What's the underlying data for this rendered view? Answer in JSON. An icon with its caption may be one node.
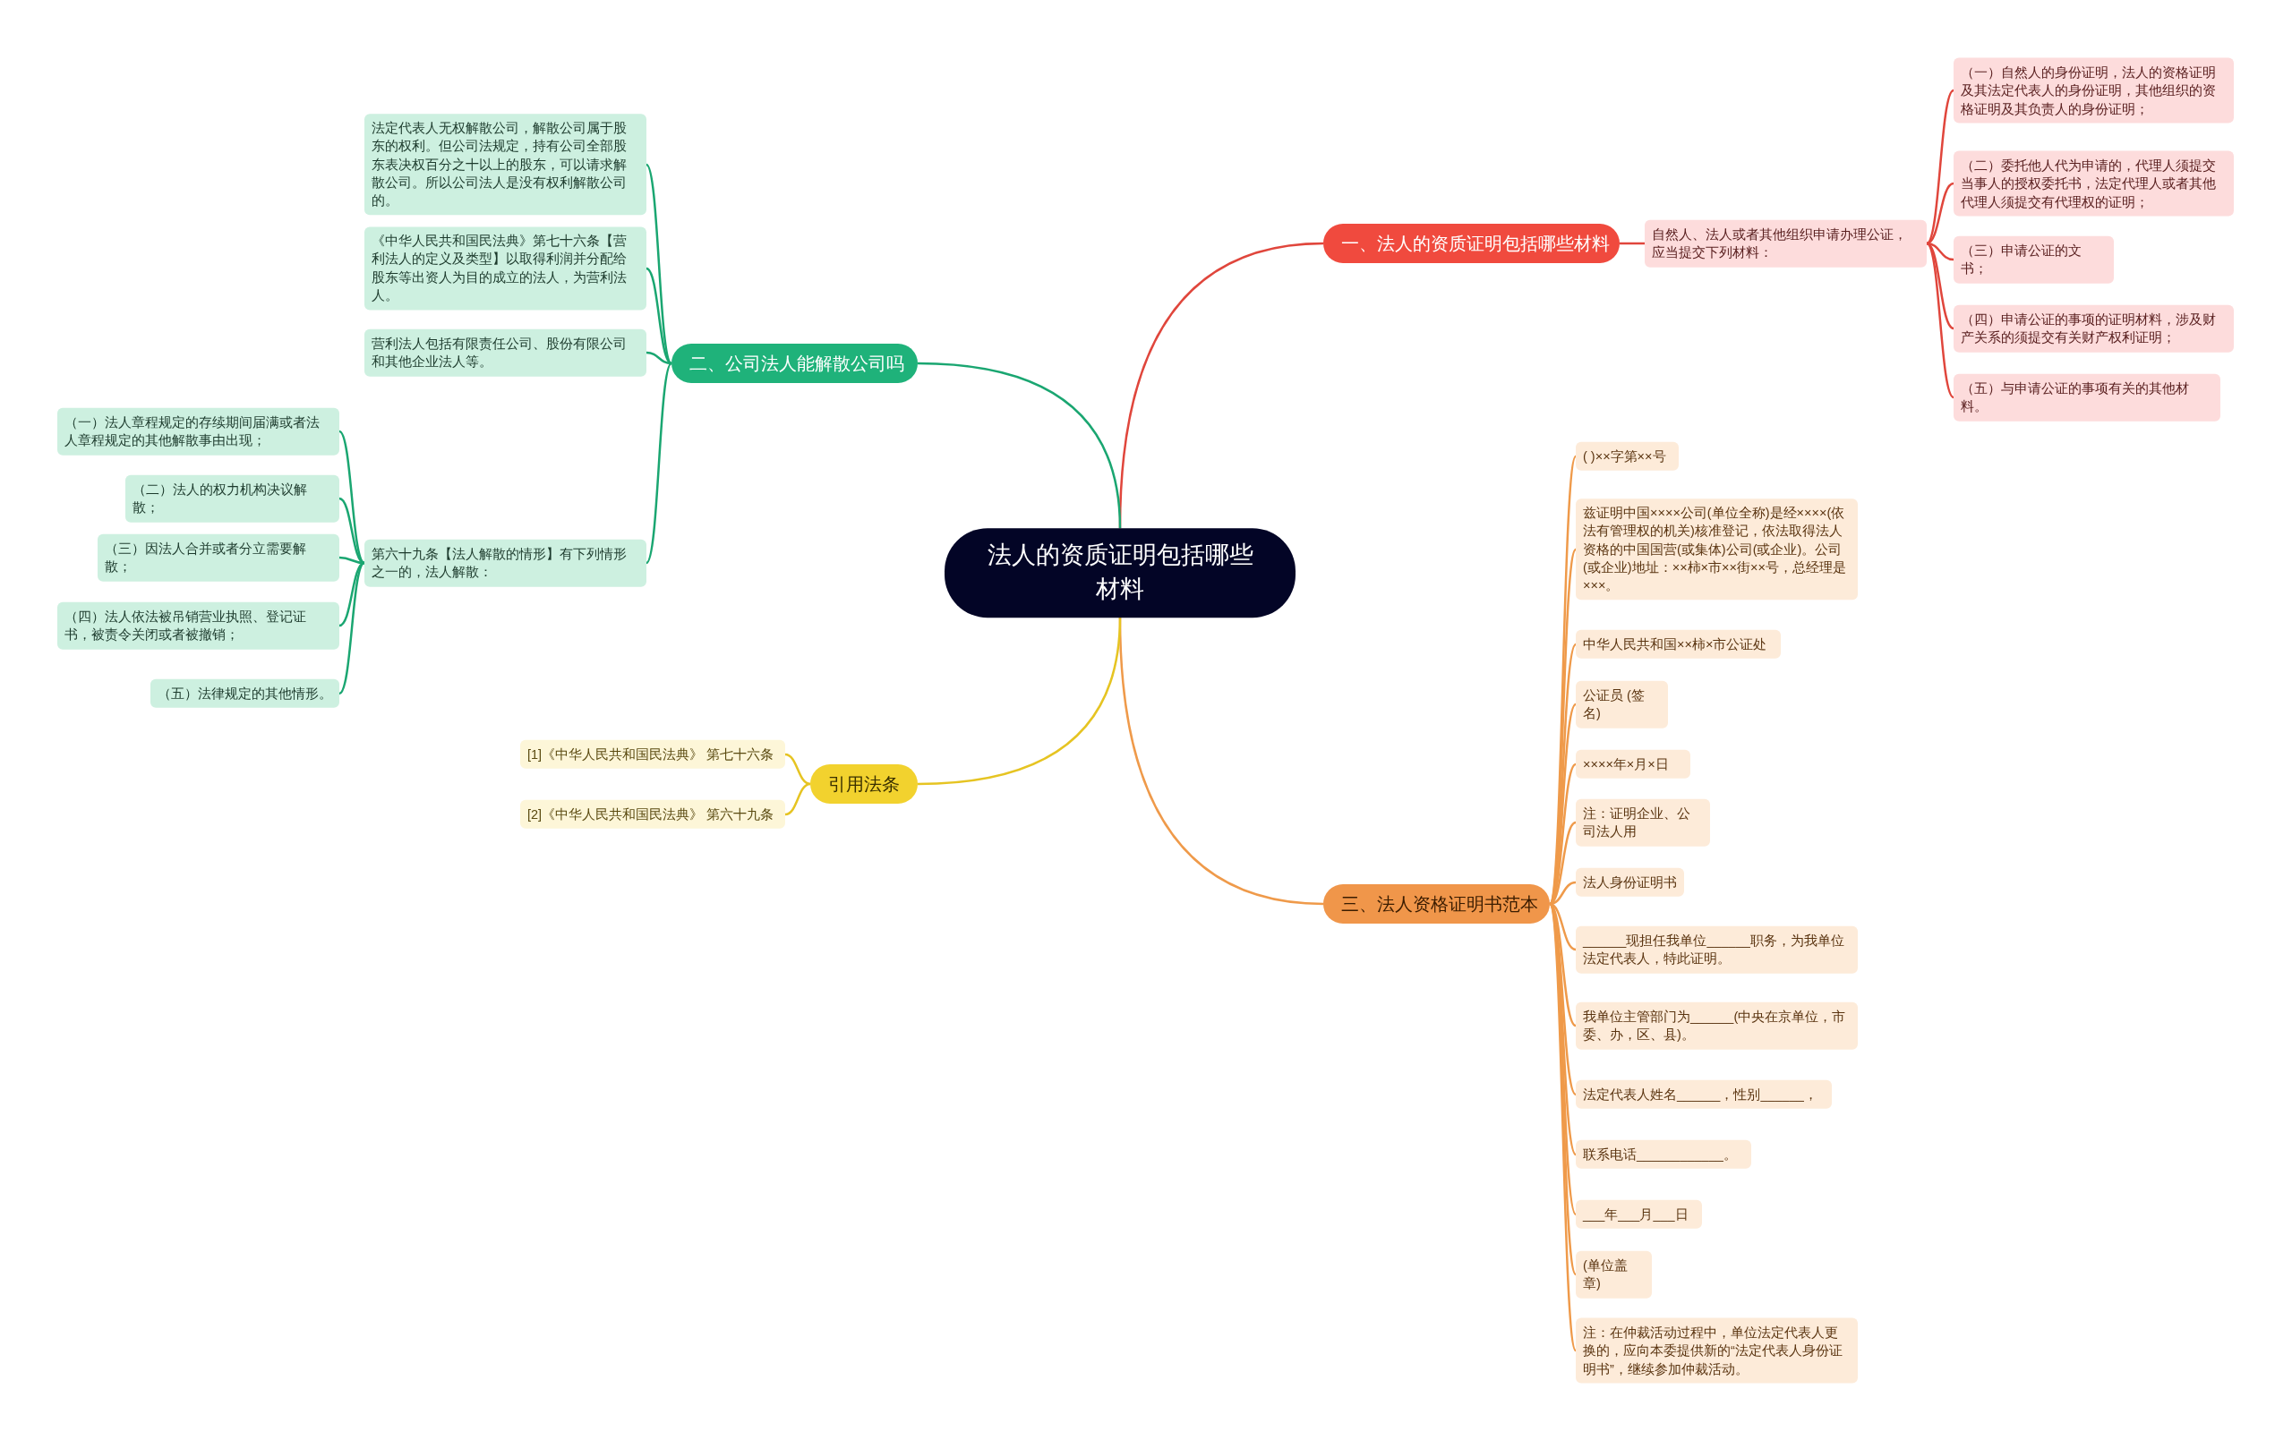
{
  "diagram": {
    "nodes": [
      {
        "text": [
          "法人的资质证明包括哪些材料"
        ]
      },
      {
        "text": [
          "一、法人的资质证明包括哪些材料"
        ]
      },
      {
        "text": [
          "自然人、法人或者其他组织申请办理公证，应当提交下列材料："
        ]
      },
      {
        "text": [
          "（一）自然人的身份证明，法人的资格证明及其法定代表人的身份证明，其他组织的资格证明及其负责人的身份证明；"
        ]
      },
      {
        "text": [
          "（二）委托他人代为申请的，代理人须提交当事人的授权委托书，法定代理人或者其他代理人须提交有代理权的证明；"
        ]
      },
      {
        "text": [
          "（三）申请公证的文书；"
        ]
      },
      {
        "text": [
          "（四）申请公证的事项的证明材料，涉及财产关系的须提交有关财产权利证明；"
        ]
      },
      {
        "text": [
          "（五）与申请公证的事项有关的其他材料。"
        ]
      },
      {
        "text": [
          "二、公司法人能解散公司吗"
        ]
      },
      {
        "text": [
          "法定代表人无权解散公司，解散公司属于股东的权利。但公司法规定，持有公司全部股东表决权百分之十以上的股东，可以请求解散公司。所以公司法人是没有权利解散公司的。"
        ]
      },
      {
        "text": [
          "《中华人民共和国民法典》第七十六条【营利法人的定义及类型】以取得利润并分配给股东等出资人为目的成立的法人，为营利法人。"
        ]
      },
      {
        "text": [
          "营利法人包括有限责任公司、股份有限公司和其他企业法人等。"
        ]
      },
      {
        "text": [
          "第六十九条【法人解散的情形】有下列情形之一的，法人解散："
        ]
      },
      {
        "text": [
          "（一）法人章程规定的存续期间届满或者法人章程规定的其他解散事由出现；"
        ]
      },
      {
        "text": [
          "（二）法人的权力机构决议解散；"
        ]
      },
      {
        "text": [
          "（三）因法人合并或者分立需要解散；"
        ]
      },
      {
        "text": [
          "（四）法人依法被吊销营业执照、登记证书，被责令关闭或者被撤销；"
        ]
      },
      {
        "text": [
          "（五）法律规定的其他情形。"
        ]
      },
      {
        "text": [
          "三、法人资格证明书范本"
        ]
      },
      {
        "text": [
          "( )××字第××号"
        ]
      },
      {
        "text": [
          "兹证明中国××××公司(单位全称)是经××××(依法有管理权的机关)核准登记，依法取得法人资格的中国国营(或集体)公司(或企业)。公司(或企业)地址：××柿×市××街××号，总经理是×××。"
        ]
      },
      {
        "text": [
          "中华人民共和国××柿×市公证处"
        ]
      },
      {
        "text": [
          "公证员 (签名)"
        ]
      },
      {
        "text": [
          "××××年×月×日"
        ]
      },
      {
        "text": [
          "注：证明企业、公司法人用"
        ]
      },
      {
        "text": [
          "法人身份证明书"
        ]
      },
      {
        "text": [
          "______现担任我单位______职务，为我单位法定代表人，特此证明。"
        ]
      },
      {
        "text": [
          "我单位主管部门为______(中央在京单位，市委、办，区、县)。"
        ]
      },
      {
        "text": [
          "法定代表人姓名______，性别______，"
        ]
      },
      {
        "text": [
          "联系电话____________。"
        ]
      },
      {
        "text": [
          "___年___月___日"
        ]
      },
      {
        "text": [
          "(单位盖章)"
        ]
      },
      {
        "text": [
          "注：在仲裁活动过程中，单位法定代表人更换的，应向本委提供新的“法定代表人身份证明书”，继续参加仲裁活动。"
        ]
      },
      {
        "text": [
          "引用法条"
        ]
      },
      {
        "text": [
          "[1]《中华人民共和国民法典》 第七十六条"
        ]
      },
      {
        "text": [
          "[2]《中华人民共和国民法典》 第六十九条"
        ]
      }
    ],
    "edges": [
      {
        "from": 0,
        "to": 1,
        "arrow": "none",
        "color": "#e0463c"
      },
      {
        "from": 1,
        "to": 2,
        "arrow": "none",
        "color": "#e0463c"
      },
      {
        "from": 2,
        "to": 3,
        "arrow": "none",
        "color": "#e0463c"
      },
      {
        "from": 2,
        "to": 4,
        "arrow": "none",
        "color": "#e0463c"
      },
      {
        "from": 2,
        "to": 5,
        "arrow": "none",
        "color": "#e0463c"
      },
      {
        "from": 2,
        "to": 6,
        "arrow": "none",
        "color": "#e0463c"
      },
      {
        "from": 2,
        "to": 7,
        "arrow": "none",
        "color": "#e0463c"
      },
      {
        "from": 0,
        "to": 8,
        "arrow": "none",
        "color": "#1aa671"
      },
      {
        "from": 8,
        "to": 9,
        "arrow": "none",
        "color": "#1aa671"
      },
      {
        "from": 8,
        "to": 10,
        "arrow": "none",
        "color": "#1aa671"
      },
      {
        "from": 8,
        "to": 11,
        "arrow": "none",
        "color": "#1aa671"
      },
      {
        "from": 8,
        "to": 12,
        "arrow": "none",
        "color": "#1aa671"
      },
      {
        "from": 12,
        "to": 13,
        "arrow": "none",
        "color": "#1aa671"
      },
      {
        "from": 12,
        "to": 14,
        "arrow": "none",
        "color": "#1aa671"
      },
      {
        "from": 12,
        "to": 15,
        "arrow": "none",
        "color": "#1aa671"
      },
      {
        "from": 12,
        "to": 16,
        "arrow": "none",
        "color": "#1aa671"
      },
      {
        "from": 12,
        "to": 17,
        "arrow": "none",
        "color": "#1aa671"
      },
      {
        "from": 0,
        "to": 18,
        "arrow": "none"
      },
      {
        "from": 18,
        "to": 19,
        "arrow": "none"
      },
      {
        "from": 18,
        "to": 20,
        "arrow": "none"
      },
      {
        "from": 18,
        "to": 21,
        "arrow": "none"
      },
      {
        "from": 18,
        "to": 22,
        "arrow": "none"
      },
      {
        "from": 18,
        "to": 23,
        "arrow": "none"
      },
      {
        "from": 18,
        "to": 24,
        "arrow": "none"
      },
      {
        "from": 18,
        "to": 25,
        "arrow": "none"
      },
      {
        "from": 18,
        "to": 26,
        "arrow": "none"
      },
      {
        "from": 18,
        "to": 27,
        "arrow": "none"
      },
      {
        "from": 18,
        "to": 28,
        "arrow": "none"
      },
      {
        "from": 18,
        "to": 29,
        "arrow": "none"
      },
      {
        "from": 18,
        "to": 30,
        "arrow": "none"
      },
      {
        "from": 18,
        "to": 31,
        "arrow": "none"
      },
      {
        "from": 18,
        "to": 32,
        "arrow": "none"
      },
      {
        "from": 0,
        "to": 33,
        "arrow": "none",
        "color": "#e6c422"
      },
      {
        "from": 33,
        "to": 34,
        "arrow": "none",
        "color": "#e6c422"
      },
      {
        "from": 33,
        "to": 35,
        "arrow": "none",
        "color": "#e6c422"
      }
    ]
  }
}
